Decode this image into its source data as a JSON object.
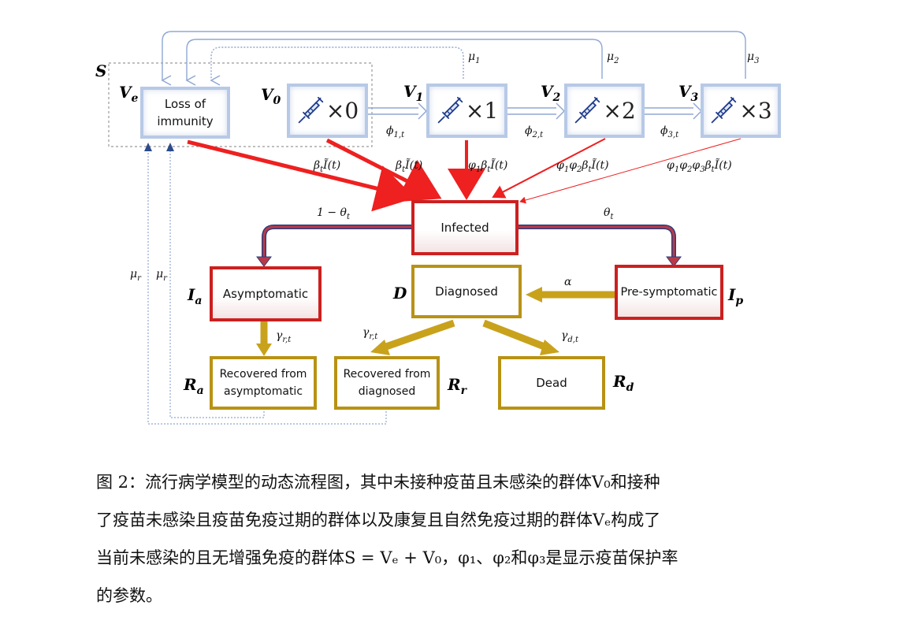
{
  "diagram": {
    "compartments": {
      "S": "S",
      "Ve": "V",
      "Ve_sub": "e",
      "V0": "V",
      "V0_sub": "0",
      "V1": "V",
      "V1_sub": "1",
      "V2": "V",
      "V2_sub": "2",
      "V3": "V",
      "V3_sub": "3",
      "Ia": "I",
      "Ia_sub": "a",
      "Ip": "I",
      "Ip_sub": "p",
      "D": "D",
      "Ra": "R",
      "Ra_sub": "a",
      "Rr": "R",
      "Rr_sub": "r",
      "Rd": "R",
      "Rd_sub": "d"
    },
    "boxes": {
      "loss_of_immunity": "Loss of immunity",
      "infected": "Infected",
      "asymptomatic": "Asymptomatic",
      "diagnosed": "Diagnosed",
      "presymptomatic": "Pre-symptomatic",
      "recovered_asym": "Recovered from asymptomatic",
      "recovered_diag": "Recovered from diagnosed",
      "dead": "Dead"
    },
    "vaccine_doses": [
      "×0",
      "×1",
      "×2",
      "×3"
    ],
    "rates": {
      "mu1": "μ",
      "mu1_sub": "1",
      "mu2": "μ",
      "mu2_sub": "2",
      "mu3": "μ",
      "mu3_sub": "3",
      "phi1": "ϕ",
      "phi1_sub": "1,t",
      "phi2": "ϕ",
      "phi2_sub": "2,t",
      "phi3": "ϕ",
      "phi3_sub": "3,t",
      "beta_ve": "β",
      "beta_ve_tail": "Ĩ(t)",
      "beta_v0": "β",
      "beta_v0_tail": "Ĩ(t)",
      "beta_v1_pre": "φ",
      "beta_v1_tail": "Ĩ(t)",
      "beta_v2_pre": "φ",
      "beta_v2_tail": "Ĩ(t)",
      "beta_v3_pre": "φ",
      "beta_v3_tail": "Ĩ(t)",
      "one_minus_theta": "1 − θ",
      "theta": "θ",
      "t_sub": "t",
      "alpha": "α",
      "gamma_r": "γ",
      "gamma_r_sub": "r,t",
      "gamma_r2": "γ",
      "gamma_r2_sub": "r,t",
      "gamma_d": "γ",
      "gamma_d_sub": "d,t",
      "mu_r_a": "μ",
      "mu_r_b": "μ",
      "mu_r_sub": "r"
    },
    "colors": {
      "blue_line": "#8fa8d4",
      "blue_border": "#b7c9e6",
      "red": "#ee2020",
      "red_border": "#cc2020",
      "gold": "#c9a21c",
      "gold_border": "#b89214",
      "syringe": "#1f3c8c"
    }
  },
  "caption": {
    "line1": "图 2：流行病学模型的动态流程图，其中未接种疫苗且未感染的群体V₀和接种",
    "line2": "了疫苗未感染且疫苗免疫过期的群体以及康复且自然免疫过期的群体Vₑ构成了",
    "line3": "当前未感染的且无增强免疫的群体S = Vₑ + V₀，φ₁、φ₂和φ₃是显示疫苗保护率",
    "line4": "的参数。"
  }
}
